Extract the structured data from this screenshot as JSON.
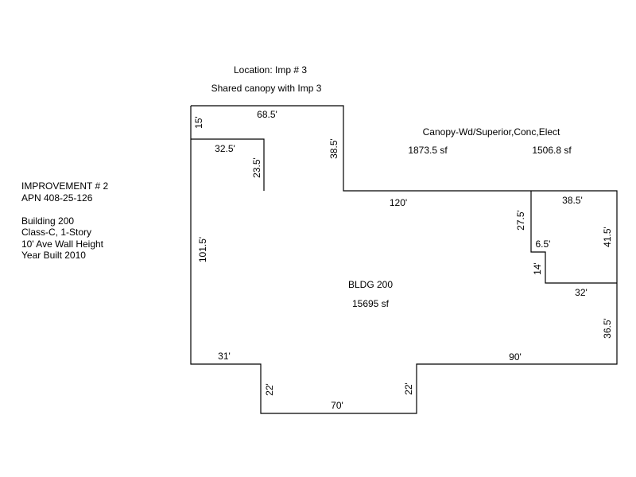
{
  "header": {
    "location": "Location: Imp # 3",
    "note": "Shared canopy with Imp 3"
  },
  "info": {
    "improvement": "IMPROVEMENT # 2",
    "apn": "APN 408-25-126",
    "building": "Building 200",
    "class": "Class-C, 1-Story",
    "wall_height": "10' Ave Wall Height",
    "year_built": "Year Built 2010"
  },
  "canopy": {
    "label": "Canopy-Wd/Superior,Conc,Elect",
    "area_1": "1873.5 sf",
    "area_2": "1506.8 sf"
  },
  "building": {
    "name": "BLDG 200",
    "area": "15695 sf"
  },
  "dimensions": {
    "top_left": "68.5'",
    "left_upper": "15'",
    "notch_top": "32.5'",
    "notch_vertical": "23.5'",
    "right_upper": "38.5'",
    "middle_top": "120'",
    "right_box_top": "38.5'",
    "right_box_left": "27.5'",
    "right_box_right": "41.5'",
    "step_horizontal": "6.5'",
    "step_vertical": "14'",
    "lower_right_top": "32'",
    "right_lower": "36.5'",
    "left_side": "101.5'",
    "bottom_left": "31'",
    "bottom_right": "90'",
    "jog_left": "22'",
    "jog_right": "22'",
    "bottom": "70'"
  }
}
